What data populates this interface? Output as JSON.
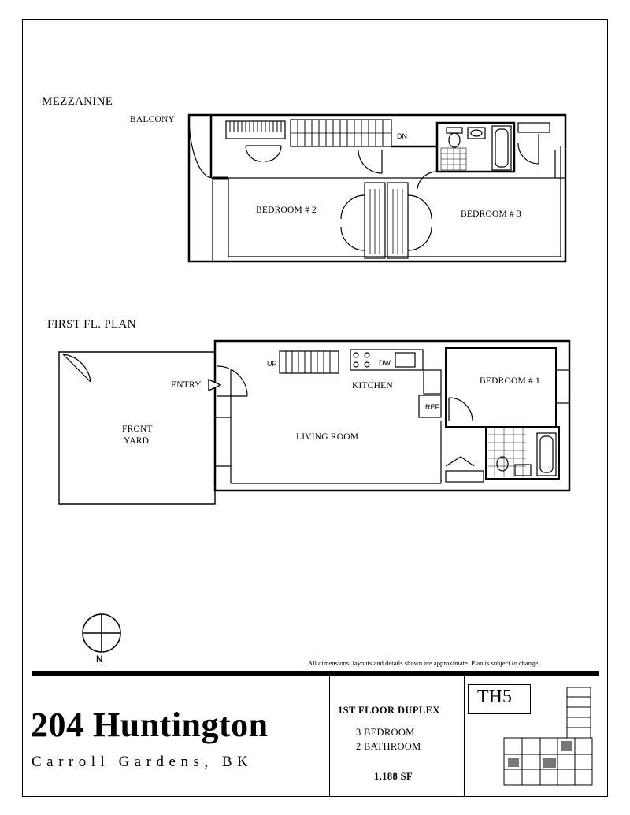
{
  "mezzanine": {
    "title": "MEZZANINE",
    "labels": {
      "balcony": "BALCONY",
      "down": "DN",
      "bedroom2": "BEDROOM # 2",
      "bedroom3": "BEDROOM # 3"
    }
  },
  "first_floor": {
    "title": "FIRST FL. PLAN",
    "labels": {
      "up": "UP",
      "dishwasher": "DW",
      "kitchen": "KITCHEN",
      "refrigerator": "REF",
      "entry": "ENTRY",
      "bedroom1": "BEDROOM # 1",
      "front_yard_1": "FRONT",
      "front_yard_2": "YARD",
      "living_room": "LIVING ROOM"
    }
  },
  "compass": {
    "label": "N"
  },
  "disclaimer": "All dimensions, layouts and details shown are approximate. Plan is subject to change.",
  "footer": {
    "building_name": "204 Huntington",
    "location": "Carroll Gardens, BK",
    "unit_type": "1ST FLOOR DUPLEX",
    "bedrooms": "3 BEDROOM",
    "bathrooms": "2 BATHROOM",
    "area": "1,188 SF",
    "unit_id": "TH5"
  }
}
